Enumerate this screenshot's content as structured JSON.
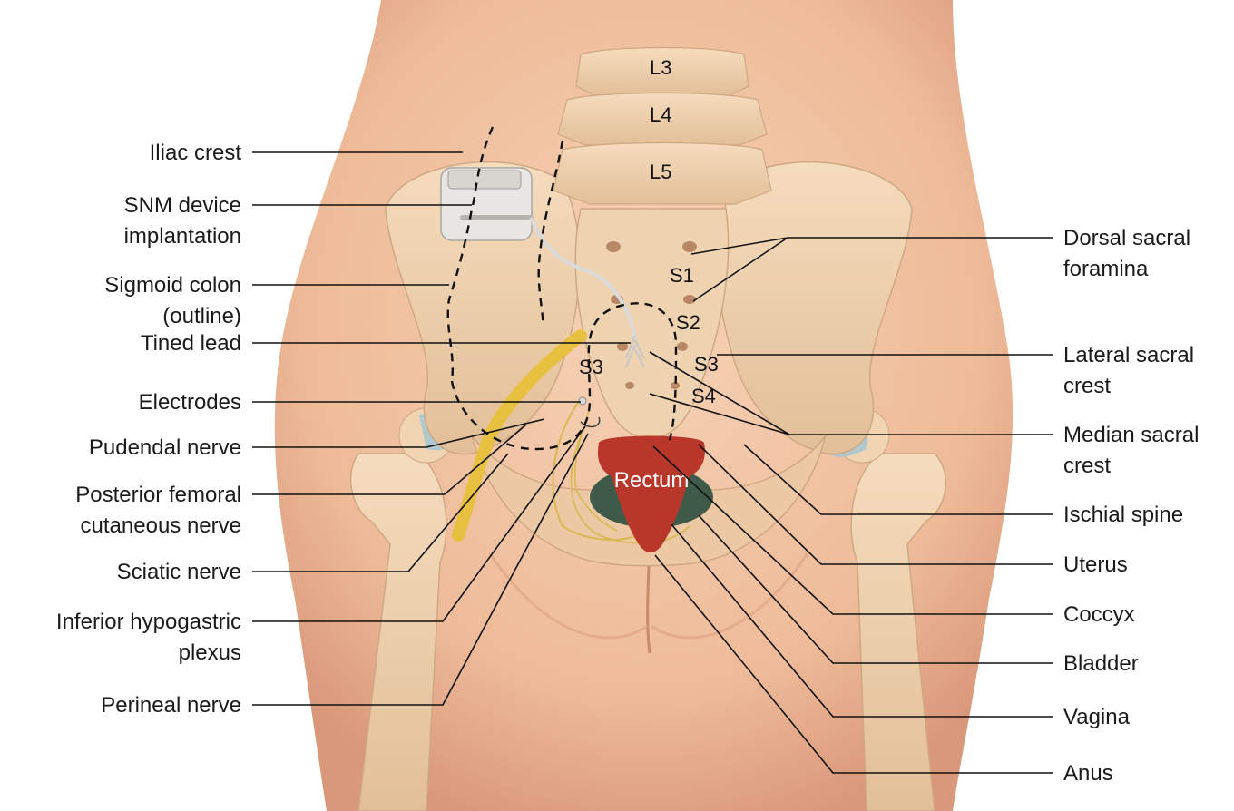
{
  "colors": {
    "skin": "#f2c4a4",
    "skin_dark": "#d99c78",
    "bone": "#f0d3b0",
    "bone_shadow": "#d4ab85",
    "cartilage": "#a8c8d0",
    "rectum": "#b8372a",
    "bladder_dark": "#3f5a48",
    "sciatic": "#e8c040",
    "nerve": "#d8b850",
    "device": "#e8e6e2"
  },
  "vertebrae": {
    "l3": "L3",
    "l4": "L4",
    "l5": "L5",
    "s1": "S1",
    "s2": "S2",
    "s3_left": "S3",
    "s3_right": "S3",
    "s4": "S4"
  },
  "rectum_label": "Rectum",
  "left_labels": {
    "iliac_crest": "Iliac crest",
    "snm_1": "SNM device",
    "snm_2": "implantation",
    "sigmoid_1": "Sigmoid colon",
    "sigmoid_2": "(outline)",
    "tined_lead": "Tined lead",
    "electrodes": "Electrodes",
    "pudendal": "Pudendal nerve",
    "posterior_1": "Posterior femoral",
    "posterior_2": "cutaneous nerve",
    "sciatic": "Sciatic nerve",
    "hypogastric_1": "Inferior hypogastric",
    "hypogastric_2": "plexus",
    "perineal": "Perineal nerve"
  },
  "right_labels": {
    "dorsal_1": "Dorsal sacral",
    "dorsal_2": "foramina",
    "lateral_1": "Lateral sacral",
    "lateral_2": "crest",
    "median_1": "Median sacral",
    "median_2": "crest",
    "ischial": "Ischial spine",
    "uterus": "Uterus",
    "coccyx": "Coccyx",
    "bladder": "Bladder",
    "vagina": "Vagina",
    "anus": "Anus"
  }
}
